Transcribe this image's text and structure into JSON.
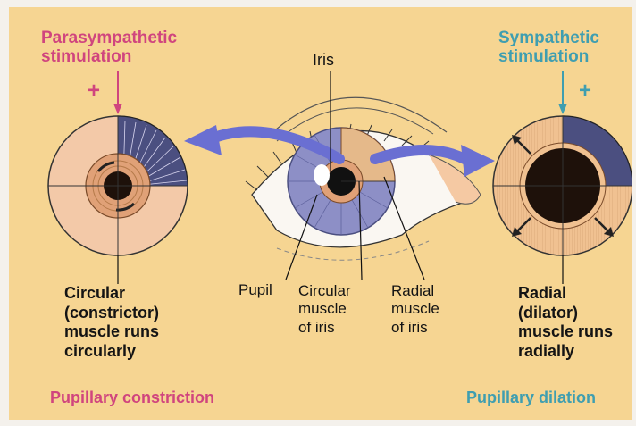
{
  "top_left": {
    "line1": "Parasympathetic",
    "line2": "stimulation",
    "sign": "+"
  },
  "top_right": {
    "line1": "Sympathetic",
    "line2": "stimulation",
    "sign": "+"
  },
  "iris_label": "Iris",
  "left_caption": [
    "Circular",
    "(constrictor)",
    "muscle runs",
    "circularly"
  ],
  "right_caption": [
    "Radial",
    "(dilator)",
    "muscle runs",
    "radially"
  ],
  "pupil_label": "Pupil",
  "circular_label": [
    "Circular",
    "muscle",
    "of iris"
  ],
  "radial_label": [
    "Radial",
    "muscle",
    "of iris"
  ],
  "bottom_left": "Pupillary constriction",
  "bottom_right": "Pupillary dilation",
  "colors": {
    "background": "#f6d592",
    "parasympathetic": "#d0457e",
    "sympathetic": "#3f9eb0",
    "arrow": "#6a6fd2",
    "iris_ring": "#e0a177"
  }
}
